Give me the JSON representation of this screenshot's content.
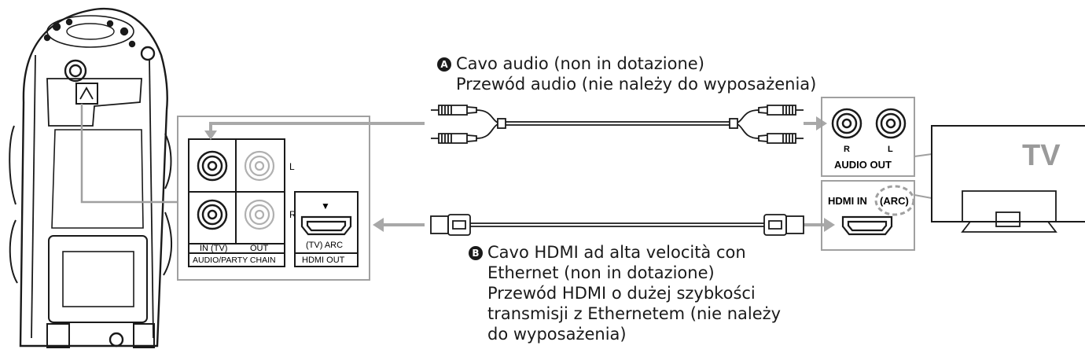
{
  "cable_a": {
    "badge": "A",
    "label_it": "Cavo audio (non in dotazione)",
    "label_pl": "Przewód audio (nie należy do wyposażenia)"
  },
  "cable_b": {
    "badge": "B",
    "label_it_1": "Cavo HDMI ad alta velocità con",
    "label_it_2": "Ethernet (non in dotazione)",
    "label_pl_1": "Przewód HDMI o dużej szybkości",
    "label_pl_2": "transmisji z Ethernetem (nie należy",
    "label_pl_3": "do wyposażenia)"
  },
  "speaker_panel": {
    "jack_l": "L",
    "jack_r": "R",
    "in_tv": "IN (TV)",
    "out": "OUT",
    "audio_party_chain": "AUDIO/PARTY CHAIN",
    "arc_arrow": "▼",
    "tv_arc": "(TV) ARC",
    "hdmi_out": "HDMI OUT"
  },
  "tv_panel": {
    "jack_r": "R",
    "jack_l": "L",
    "audio_out": "AUDIO OUT",
    "hdmi_in": "HDMI IN",
    "arc": "(ARC)",
    "tv_label": "TV"
  }
}
